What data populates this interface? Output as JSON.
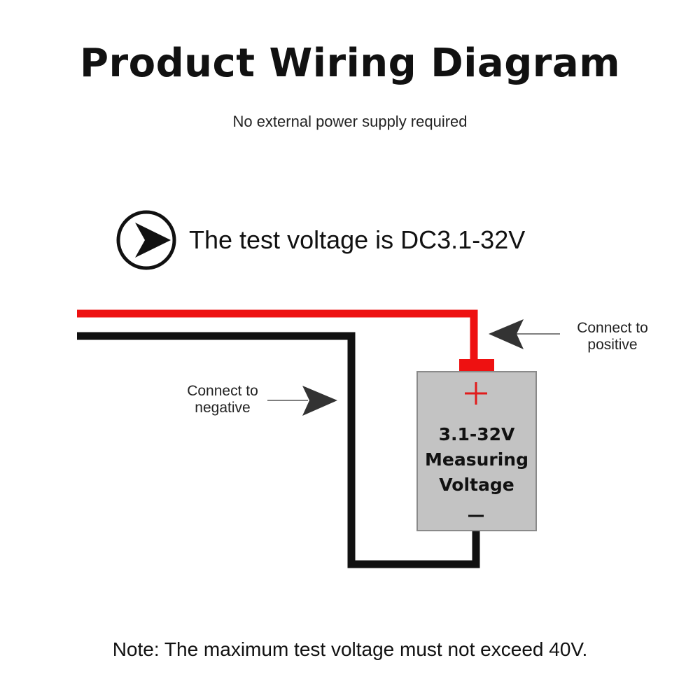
{
  "title": "Product Wiring Diagram",
  "subtitle": "No external power supply required",
  "voltage_note": "The test voltage is DC3.1-32V",
  "labels": {
    "positive": [
      "Connect to",
      "positive"
    ],
    "negative": [
      "Connect to",
      "negative"
    ]
  },
  "module": {
    "plus": "+",
    "range": "3.1-32V",
    "line1": "Measuring",
    "line2": "Voltage",
    "minus": "—"
  },
  "footer_note": "Note: The maximum test voltage must not exceed 40V.",
  "colors": {
    "positive_wire": "#ee1111",
    "negative_wire": "#111111",
    "module_fill": "#c3c3c3",
    "module_border": "#8a8a8a",
    "plus_symbol": "#e11b1b",
    "arrow": "#333333"
  },
  "icons": {
    "bullet": "circled-arrow-right-icon",
    "pointer": "arrow-pointer-icon"
  }
}
